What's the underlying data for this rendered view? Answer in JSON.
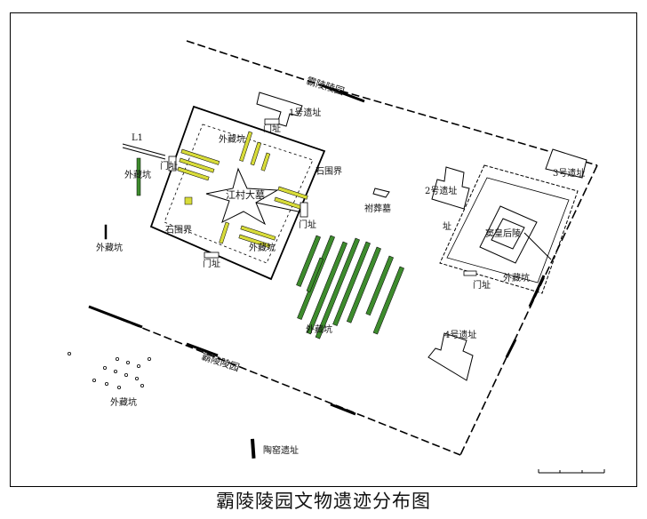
{
  "caption": "霸陵陵园文物遗迹分布图",
  "colors": {
    "green_pit": "#3e8c2e",
    "yellow_pit": "#d8dc3a",
    "line": "#000000"
  },
  "labels": {
    "baling_top": "霸陵陵园",
    "baling_bottom": "霸陵陵园",
    "site1": "1号遗址",
    "site2": "2号遗址",
    "site3": "3号遗址",
    "site4": "4号遗址",
    "gate_n": "门址",
    "gate_w": "门址",
    "gate_s": "门址",
    "gate_e": "门址",
    "gate_e2": "址",
    "gate_q_w": "址",
    "gate_q_s": "门址",
    "jiangcun": "江村大墓",
    "queen": "窦皇后陵",
    "shiweijie_e": "石围界",
    "shiweijie_w": "石围界",
    "pit_inner": "外藏坑",
    "pit_inner2": "外藏坑",
    "pit_west": "外藏坑",
    "pit_left": "外藏坑",
    "pit_center": "外藏坑",
    "pit_sw": "外藏坑",
    "pit_queen": "外藏坑",
    "fuzang": "祔葬墓",
    "taoyao": "陶窑遗址",
    "l1": "L1"
  }
}
